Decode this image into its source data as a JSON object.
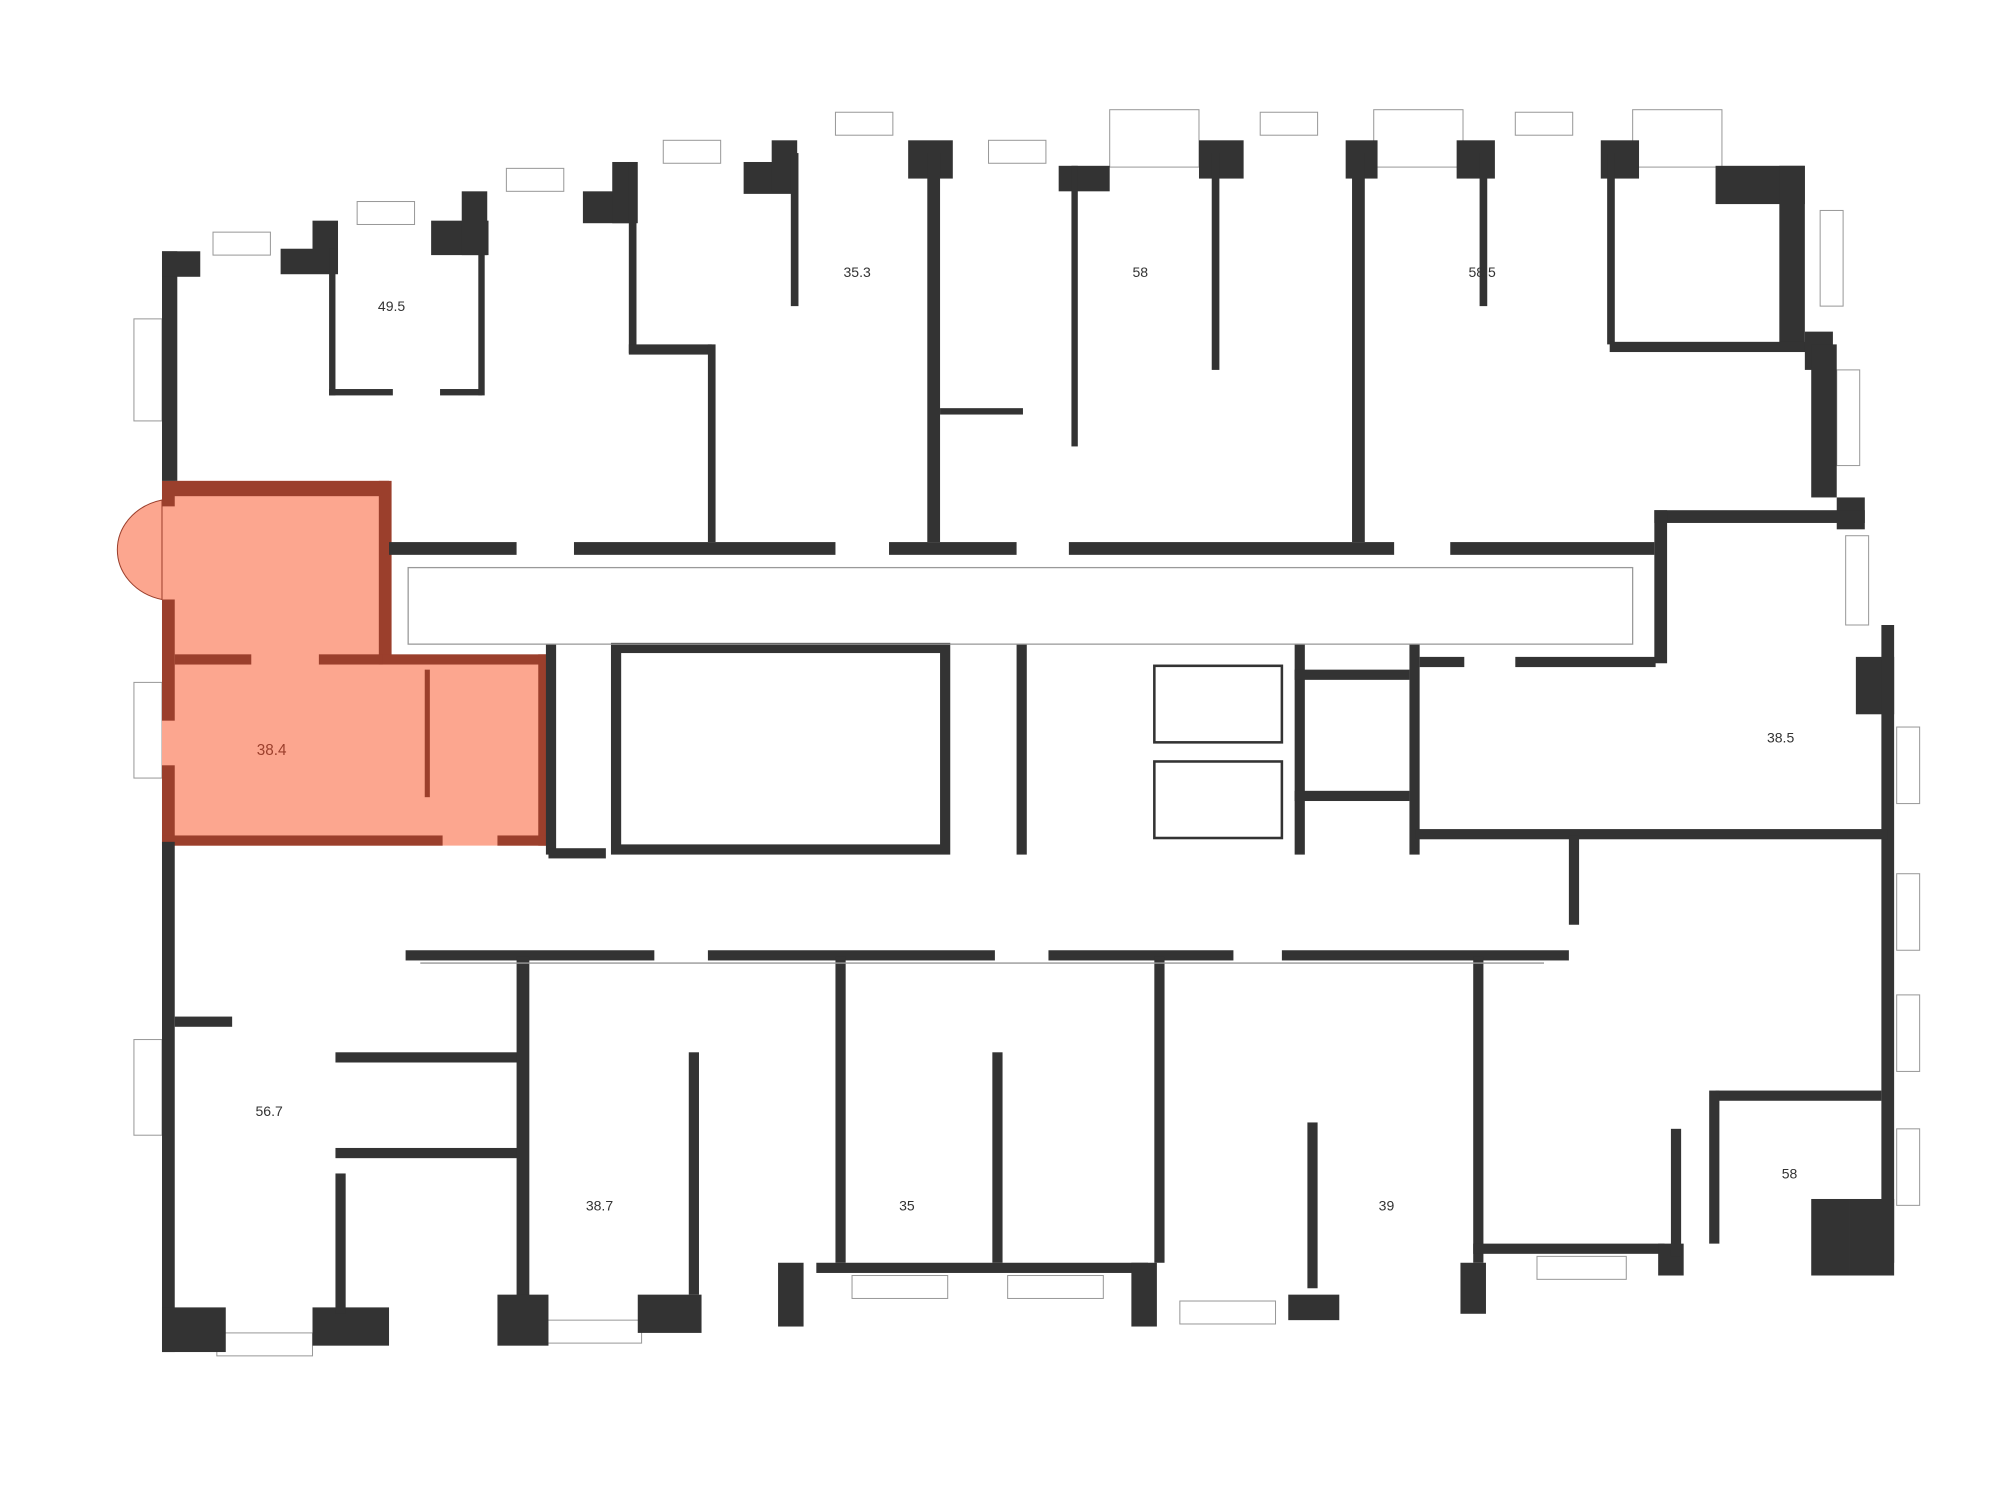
{
  "colors": {
    "wall": "#333333",
    "highlight_fill": "#fca68f",
    "highlight_wall": "#9b3f2c",
    "fixture_line": "#999999"
  },
  "apartments": [
    {
      "area": "49.5"
    },
    {
      "area": "35.3"
    },
    {
      "area": "58"
    },
    {
      "area": "58.5"
    },
    {
      "area": "38.4",
      "selected": true
    },
    {
      "area": "38.5"
    },
    {
      "area": "56.7"
    },
    {
      "area": "38.7"
    },
    {
      "area": "35"
    },
    {
      "area": "39"
    },
    {
      "area": "58"
    }
  ]
}
